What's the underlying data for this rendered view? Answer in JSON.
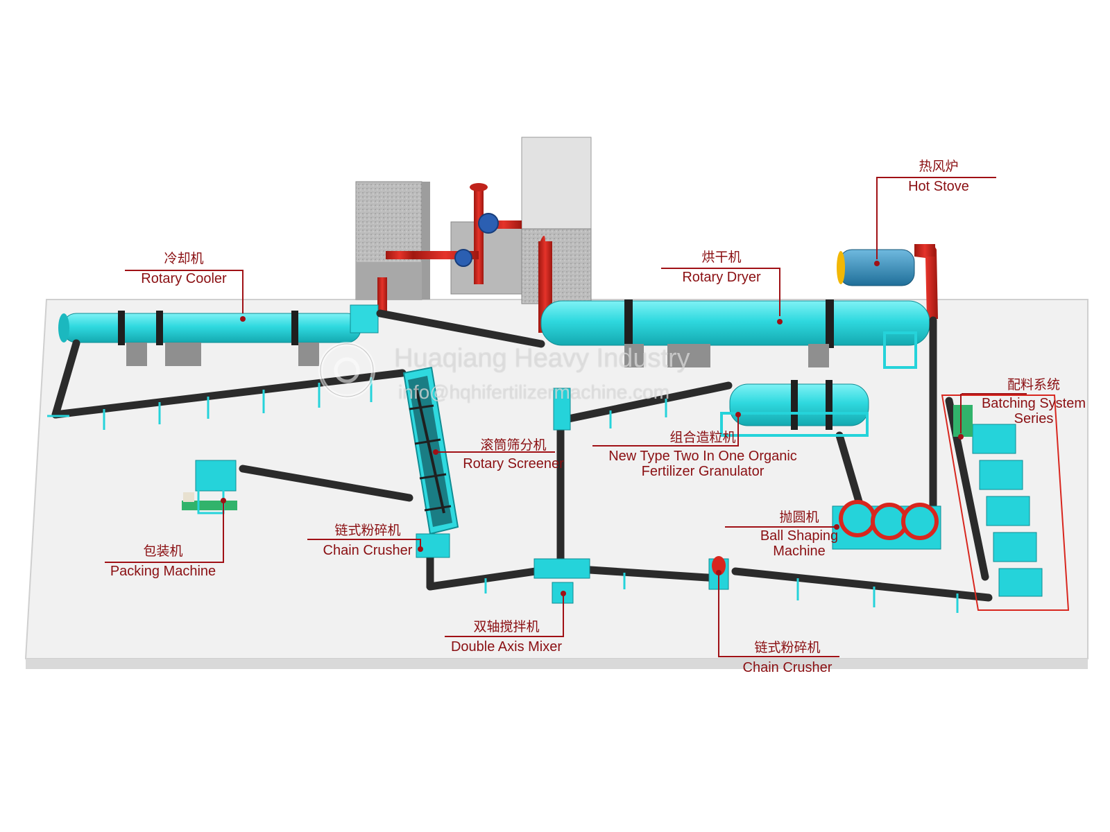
{
  "watermark": {
    "company": "Huaqiang Heavy Industry",
    "email": "info@hqhifertilizermachine.com"
  },
  "colors": {
    "machine": "#25d3da",
    "belt": "#2b2b2b",
    "pipe": "#d8261e",
    "label": "#8a0f12",
    "floor": "#f4f4f4"
  },
  "labels": {
    "rotary_cooler": {
      "zh": "冷却机",
      "en": "Rotary Cooler"
    },
    "rotary_dryer": {
      "zh": "烘干机",
      "en": "Rotary Dryer"
    },
    "hot_stove": {
      "zh": "热风炉",
      "en": "Hot Stove"
    },
    "batching_system": {
      "zh": "配料系统",
      "en1": "Batching System",
      "en2": "Series"
    },
    "rotary_screener": {
      "zh": "滚筒筛分机",
      "en": "Rotary Screener"
    },
    "granulator": {
      "zh": "组合造粒机",
      "en1": "New Type Two In One Organic",
      "en2": "Fertilizer Granulator"
    },
    "chain_crusher_1": {
      "zh": "链式粉碎机",
      "en": "Chain Crusher"
    },
    "packing_machine": {
      "zh": "包装机",
      "en": "Packing Machine"
    },
    "ball_shaping": {
      "zh": "抛圆机",
      "en1": "Ball Shaping",
      "en2": "Machine"
    },
    "double_axis_mixer": {
      "zh": "双轴搅拌机",
      "en": "Double Axis Mixer"
    },
    "chain_crusher_2": {
      "zh": "链式粉碎机",
      "en": "Chain Crusher"
    }
  }
}
